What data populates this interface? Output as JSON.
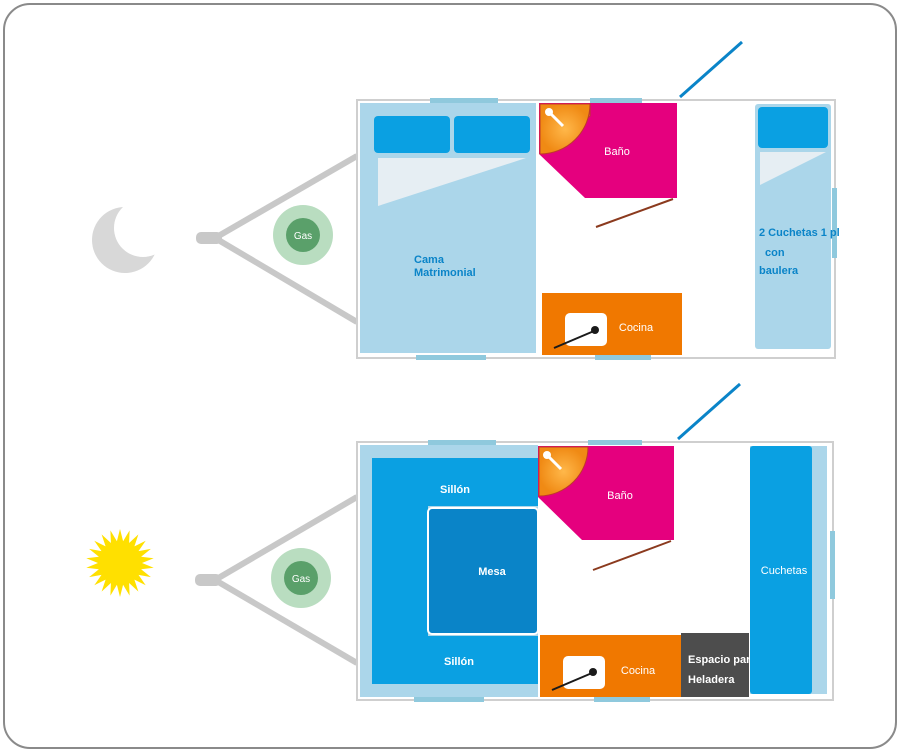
{
  "night_plan": {
    "gas_label": "Gas",
    "bed_label_line1": "Cama",
    "bed_label_line2": "Matrimonial",
    "bath_label": "Baño",
    "kitchen_label": "Cocina",
    "bunks_label_line1": "2 Cuchetas 1 pl",
    "bunks_label_line2": "con",
    "bunks_label_line3": "baulera"
  },
  "day_plan": {
    "gas_label": "Gas",
    "sofa_top_label": "Sillón",
    "table_label": "Mesa",
    "sofa_bottom_label": "Sillón",
    "bath_label": "Baño",
    "kitchen_label": "Cocina",
    "fridge_label_line1": "Espacio para",
    "fridge_label_line2": "Heladera",
    "bunks_label": "Cuchetas"
  },
  "colors": {
    "frame_border": "#8a8a8a",
    "light_blue": "#abd6ea",
    "blue": "#0aa0e2",
    "dark_blue": "#0a84c8",
    "magenta": "#e5007e",
    "orange": "#f07800",
    "gas_green": "#5aa06a",
    "gas_ring": "#b9ddc0",
    "dark_grey": "#4d4d4d",
    "sun_yellow": "#ffe000",
    "moon_grey": "#d8d8d8"
  }
}
